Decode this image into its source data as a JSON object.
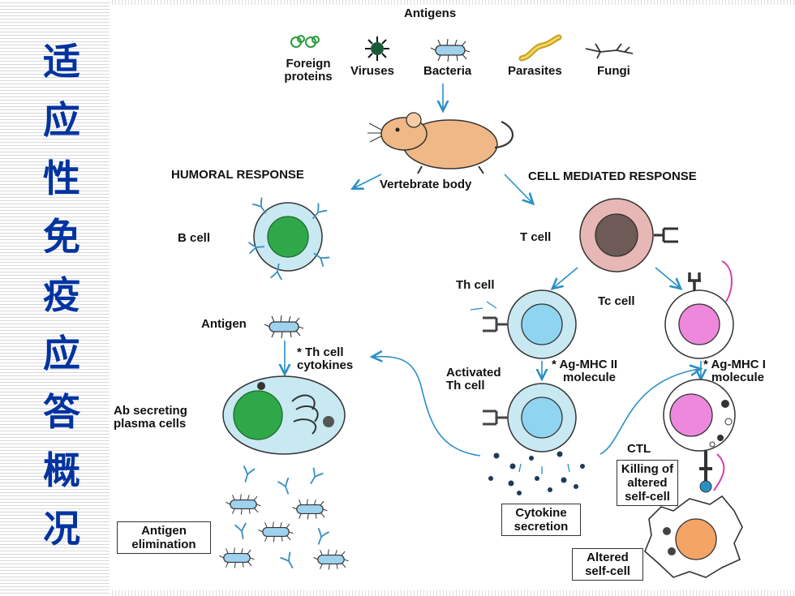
{
  "sidebar": {
    "title_chars": [
      "适",
      "应",
      "性",
      "免",
      "疫",
      "应",
      "答",
      "概",
      "况"
    ]
  },
  "antigens": {
    "header": "Antigens",
    "items": [
      {
        "label_lines": [
          "Foreign",
          "proteins"
        ]
      },
      {
        "label": "Viruses"
      },
      {
        "label": "Bacteria"
      },
      {
        "label": "Parasites"
      },
      {
        "label": "Fungi"
      }
    ]
  },
  "center": {
    "host": "Vertebrate body"
  },
  "humoral": {
    "header": "HUMORAL RESPONSE",
    "b_cell": "B cell",
    "antigen": "Antigen",
    "th_cytokines_lines": [
      "* Th cell",
      "cytokines"
    ],
    "plasma_lines": [
      "Ab secreting",
      "plasma cells"
    ],
    "elimination_lines": [
      "Antigen",
      "elimination"
    ]
  },
  "cell_mediated": {
    "header": "CELL MEDIATED RESPONSE",
    "t_cell": "T cell",
    "th_cell": "Th cell",
    "tc_cell": "Tc cell",
    "mhc2_lines": [
      "* Ag-MHC II",
      "molecule"
    ],
    "mhc1_lines": [
      "* Ag-MHC I",
      "molecule"
    ],
    "activated_lines": [
      "Activated",
      "Th cell"
    ],
    "ctl": "CTL",
    "cytokine_lines": [
      "Cytokine",
      "secretion"
    ],
    "killing_lines": [
      "Killing of",
      "altered",
      "self-cell"
    ],
    "altered_lines": [
      "Altered",
      "self-cell"
    ]
  },
  "colors": {
    "title": "#0033a0",
    "arrow": "#2a8fc4",
    "cell_outer": "#c8e8f2",
    "b_nucleus": "#2fa84a",
    "t_nucleus": "#6e5a56",
    "t_ring": "#e6b7b4",
    "th_nucleus": "#8fd4f0",
    "tc_nucleus": "#ee88dd",
    "altered_nucleus": "#f4a465",
    "mouse": "#f0b886"
  }
}
